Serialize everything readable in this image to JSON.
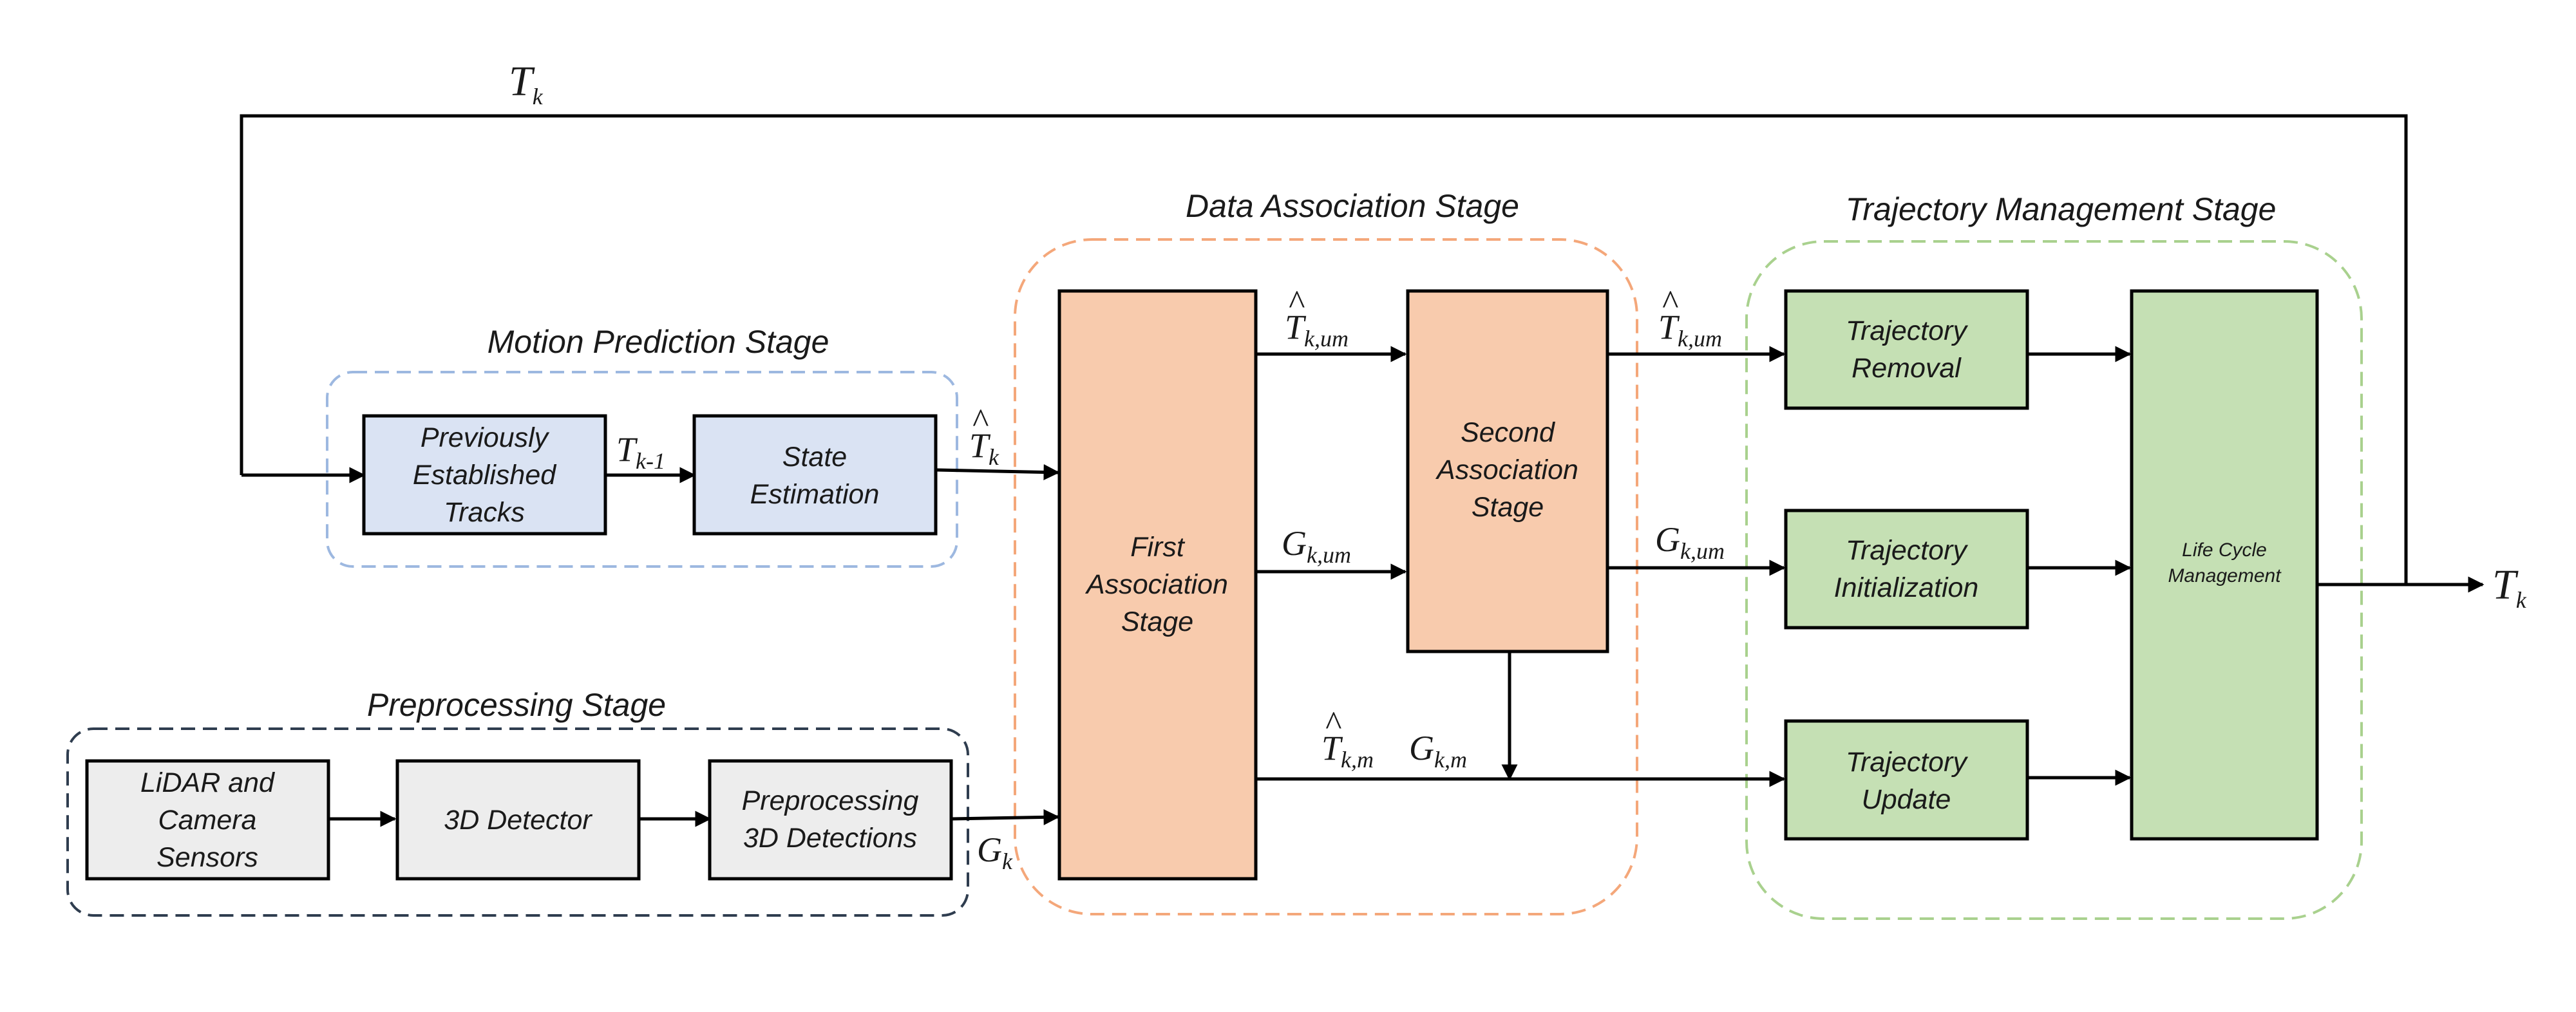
{
  "colors": {
    "motion_fill": "#dae3f3",
    "motion_border": "#9db8e0",
    "pre_fill": "#ededed",
    "pre_border": "#2f3d4f",
    "assoc_fill": "#f8cbad",
    "assoc_border": "#f4a77a",
    "traj_fill": "#c5e0b4",
    "traj_border": "#a9d18e"
  },
  "stages": {
    "data_association": "Data Association Stage",
    "trajectory_management": "Trajectory Management Stage",
    "motion_prediction": "Motion Prediction Stage",
    "preprocessing": "Preprocessing Stage"
  },
  "boxes": {
    "previously_established": [
      "Previously",
      "Established",
      "Tracks"
    ],
    "state_estimation": [
      "State",
      "Estimation"
    ],
    "lidar_camera": [
      "LiDAR and",
      "Camera",
      "Sensors"
    ],
    "detector_3d": [
      "3D Detector"
    ],
    "preprocessing_detections": [
      "Preprocessing",
      "3D Detections"
    ],
    "first_association": [
      "First",
      "Association",
      "Stage"
    ],
    "second_association": [
      "Second",
      "Association",
      "Stage"
    ],
    "trajectory_removal": [
      "Trajectory",
      "Removal"
    ],
    "trajectory_initialization": [
      "Trajectory",
      "Initialization"
    ],
    "trajectory_update": [
      "Trajectory",
      "Update"
    ],
    "life_cycle": [
      "Life Cycle",
      "Management"
    ]
  },
  "symbols": {
    "T": "T",
    "G": "G",
    "hat": "^",
    "sub_k": "k",
    "sub_k_minus_1": "k-1",
    "sub_k_um": "k,um",
    "sub_k_m": "k,m"
  }
}
